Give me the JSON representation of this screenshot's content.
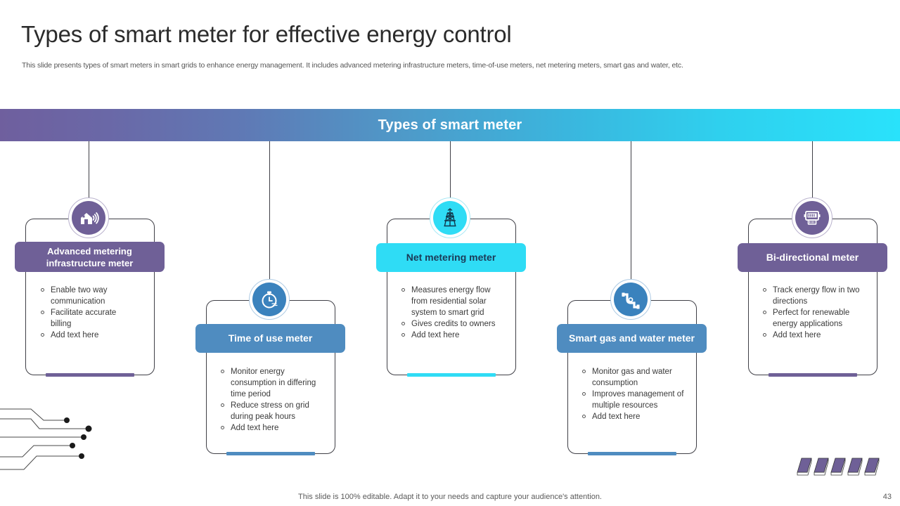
{
  "slide": {
    "title": "Types of smart meter for effective energy control",
    "subtitle": "This slide presents types of smart meters in smart grids to enhance energy management. It includes advanced metering infrastructure meters, time-of-use meters, net metering meters, smart gas and water, etc.",
    "banner_title": "Types of smart meter",
    "banner_gradient_from": "#6f5f9e",
    "banner_gradient_to": "#29e2fb",
    "footer_note": "This slide is 100% editable. Adapt it to your needs and capture your audience's attention.",
    "page_number": "43"
  },
  "cards": [
    {
      "id": "advanced-metering-infrastructure-meter",
      "label": "Advanced metering infrastructure meter",
      "icon": "smart-home-wifi-icon",
      "color": "#6f6097",
      "badge_text_color": "#ffffff",
      "bullets": [
        "Enable two way communication",
        "Facilitate accurate billing",
        "Add text here"
      ]
    },
    {
      "id": "time-of-use-meter",
      "label": "Time of use meter",
      "icon": "stopwatch-clock-icon",
      "color": "#4f8cc0",
      "badge_text_color": "#ffffff",
      "bullets": [
        "Monitor energy consumption in differing time period",
        "Reduce stress on grid during peak hours",
        "Add text here"
      ]
    },
    {
      "id": "net-metering-meter",
      "label": "Net metering meter",
      "icon": "transmission-tower-icon",
      "color": "#2fdcf5",
      "badge_text_color": "#1b3a57",
      "bullets": [
        "Measures energy flow from residential solar system to smart grid",
        "Gives credits to owners",
        "Add text here"
      ]
    },
    {
      "id": "smart-gas-and-water-meter",
      "label": "Smart gas and water meter",
      "icon": "pipe-valve-icon",
      "color": "#4f8cc0",
      "badge_text_color": "#ffffff",
      "bullets": [
        "Monitor gas and water consumption",
        "Improves management of multiple resources",
        "Add text here"
      ]
    },
    {
      "id": "bi-directional-meter",
      "label": "Bi-directional meter",
      "icon": "electric-meter-icon",
      "color": "#6f6097",
      "badge_text_color": "#ffffff",
      "bullets": [
        "Track energy flow in two directions",
        "Perfect for renewable energy applications",
        "Add text here"
      ]
    }
  ]
}
